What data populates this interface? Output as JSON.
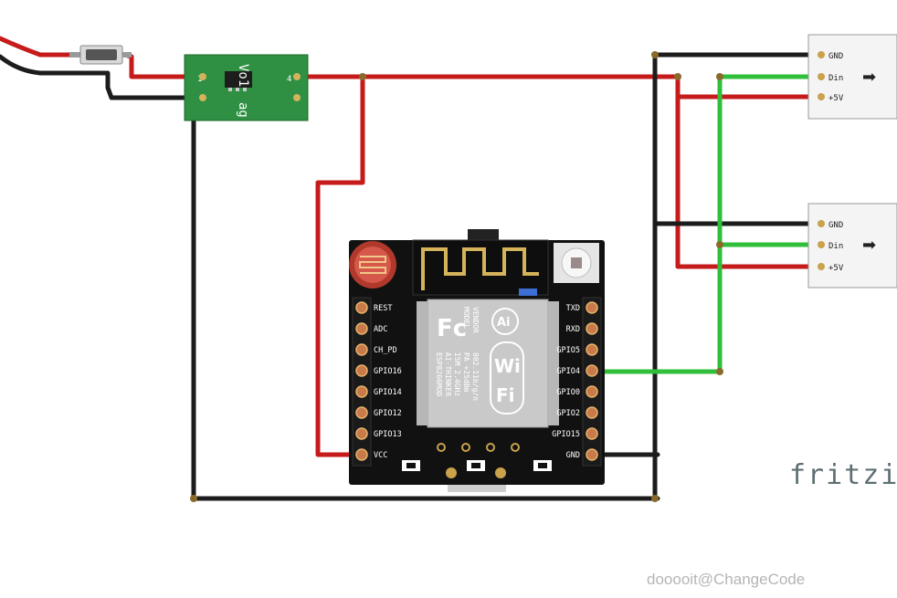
{
  "colors": {
    "wire_red": "#c61b1b",
    "wire_black": "#1c1c1c",
    "wire_green": "#2fbf3a",
    "board": "#111111",
    "module_pcb": "#2f8f42",
    "esp_metal": "#c9c9c9"
  },
  "converter": {
    "title_line1": "Vo1",
    "title_line2": "ag",
    "pin_in": "1",
    "pin_out": "4"
  },
  "esp_board": {
    "left_pins": [
      "REST",
      "ADC",
      "CH_PD",
      "GPIO16",
      "GPIO14",
      "GPIO12",
      "GPIO13",
      "VCC"
    ],
    "right_pins": [
      "TXD",
      "RXD",
      "GPIO5",
      "GPIO4",
      "GPIO0",
      "GPIO2",
      "GPIO15",
      "GND"
    ],
    "module": {
      "logo": "Fc",
      "model_line1": "MODEL",
      "model_line2": "VENDOR",
      "spec_lines": [
        "ESP8266MOD",
        "AI-THINKER",
        "ISM 2.4GHz",
        "PA +25dBm",
        "802.11b/g/n"
      ],
      "ai_badge": "Ai",
      "wifi_line1": "Wi",
      "wifi_line2": "Fi"
    }
  },
  "led_strips": [
    {
      "labels": [
        "GND",
        "Din",
        "+5V"
      ],
      "arrow": "➡"
    },
    {
      "labels": [
        "GND",
        "Din",
        "+5V"
      ],
      "arrow": "➡"
    }
  ],
  "brand": "fritzin",
  "watermark": "dooooit@ChangeCode"
}
